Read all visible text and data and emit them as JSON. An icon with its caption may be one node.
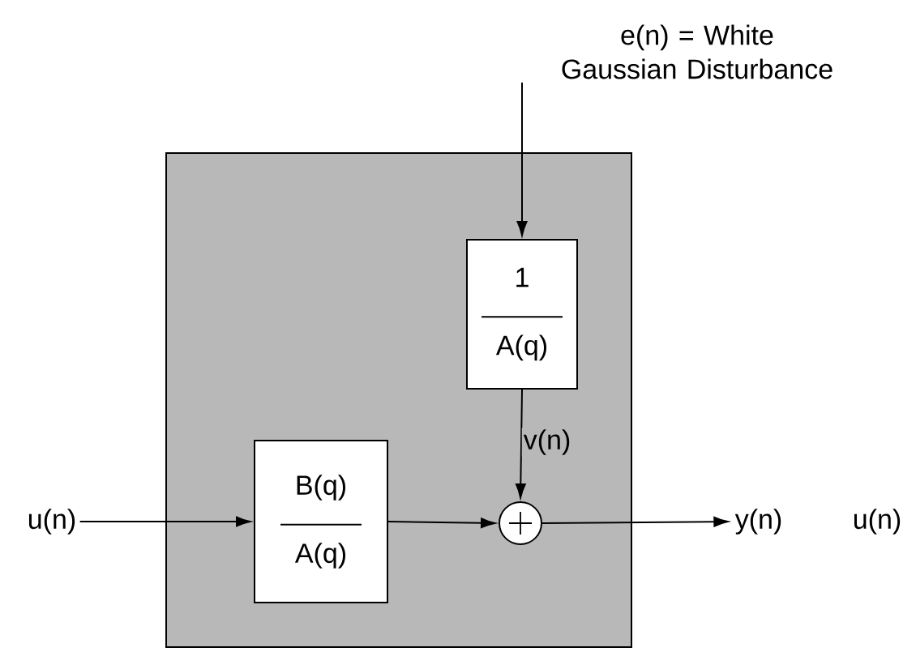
{
  "diagram": {
    "nodes": [
      {
        "text": [],
        "shape": "box"
      },
      {
        "text": [
          "e(n) = White Gaussian Disturbance"
        ]
      },
      {
        "text": [
          "1",
          "A(q)"
        ],
        "in": 0
      },
      {
        "text": [
          "B(q)",
          "A(q)"
        ],
        "in": 0
      },
      {
        "text": [],
        "shape": "circle",
        "in": 0
      },
      {
        "text": [
          "u(n)"
        ]
      },
      {
        "text": [
          "y(n)"
        ]
      }
    ],
    "edges": [
      {
        "from": 1,
        "to": 2,
        "arrow": "to"
      },
      {
        "from": 2,
        "to": 4,
        "arrow": "to",
        "label": "v(n)"
      },
      {
        "from": 5,
        "to": 3,
        "arrow": "to"
      },
      {
        "from": 3,
        "to": 4,
        "arrow": "to"
      },
      {
        "from": 4,
        "to": 6,
        "arrow": "to"
      }
    ],
    "labels": [
      "u(n)"
    ]
  }
}
